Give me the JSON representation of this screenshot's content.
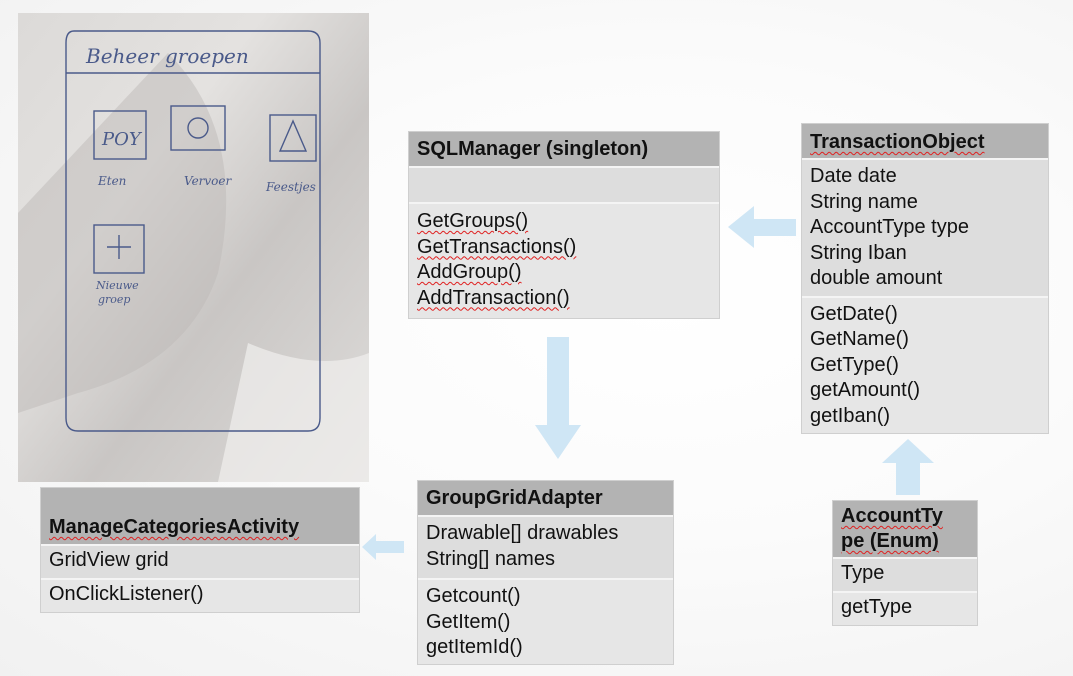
{
  "sketch": {
    "title": "Beheer groepen",
    "items": [
      "Eten",
      "Vervoer",
      "Feestjes"
    ],
    "new_item": [
      "Nieuwe",
      "groep"
    ]
  },
  "classes": {
    "sql_manager": {
      "title": "SQLManager (singleton)",
      "attributes": [],
      "methods": [
        "GetGroups()",
        "GetTransactions()",
        "AddGroup()",
        "AddTransaction()"
      ]
    },
    "transaction_object": {
      "title": "TransactionObject",
      "attributes": [
        "Date date",
        "String name",
        "AccountType type",
        "String Iban",
        "double amount"
      ],
      "methods": [
        "GetDate()",
        "GetName()",
        "GetType()",
        "getAmount()",
        "getIban()"
      ]
    },
    "group_grid_adapter": {
      "title": "GroupGridAdapter",
      "attributes": [
        "Drawable[] drawables",
        "String[] names"
      ],
      "methods": [
        "Getcount()",
        "GetItem()",
        "getItemId()"
      ]
    },
    "manage_categories_activity": {
      "title": "ManageCategoriesActivity",
      "attributes": [
        "GridView grid"
      ],
      "methods": [
        "OnClickListener()"
      ]
    },
    "account_type": {
      "title_line1": "AccountTy",
      "title_line2": "pe (Enum)",
      "attributes": [
        "Type"
      ],
      "methods": [
        "getType"
      ]
    }
  },
  "colors": {
    "header": "#b3b3b3",
    "section": "#dddddd",
    "arrow": "#cfe6f5",
    "spellcheck": "#e02020"
  }
}
